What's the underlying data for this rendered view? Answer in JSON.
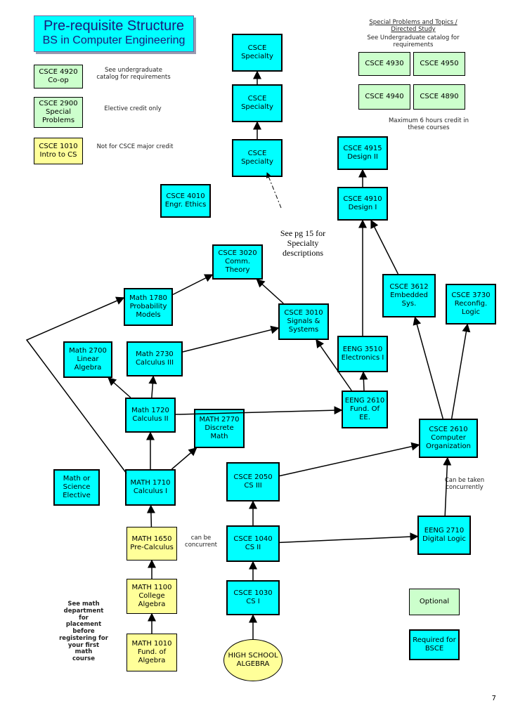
{
  "title": {
    "line1": "Pre-requisite Structure",
    "line2": "BS in Computer Engineering"
  },
  "colors": {
    "required": "#00FFFF",
    "optional": "#CCFFCC",
    "highschool": "#FFFF99"
  },
  "boxes": {
    "specialty1": "CSCE\nSpecialty",
    "specialty2": "CSCE\nSpecialty",
    "specialty3": "CSCE\nSpecialty",
    "csce4920": "CSCE 4920\nCo-op",
    "csce2900": "CSCE 2900\nSpecial\nProblems",
    "csce1010": "CSCE 1010\nIntro to CS",
    "csce4010": "CSCE 4010\nEngr. Ethics",
    "csce4930": "CSCE 4930",
    "csce4950": "CSCE 4950",
    "csce4940": "CSCE 4940",
    "csce4890": "CSCE 4890",
    "csce4915": "CSCE 4915\nDesign II",
    "csce4910": "CSCE 4910\nDesign I",
    "csce3020": "CSCE 3020\nComm.\nTheory",
    "math1780": "Math 1780\nProbability\nModels",
    "csce3612": "CSCE 3612\nEmbedded\nSys.",
    "csce3730": "CSCE 3730\nReconfig.\nLogic",
    "csce3010": "CSCE 3010\nSignals &\nSystems",
    "math2700": "Math 2700\nLinear\nAlgebra",
    "math2730": "Math 2730\nCalculus III",
    "eeng3510": "EENG 3510\nElectronics I",
    "eeng2610": "EENG 2610\nFund. Of\nEE.",
    "math1720": "Math 1720\nCalculus II",
    "math2770": "MATH 2770\nDiscrete\nMath",
    "csce2610": "CSCE 2610\nComputer\nOrganization",
    "mathsci": "Math or\nScience\nElective",
    "math1710": "MATH 1710\nCalculus I",
    "csce2050": "CSCE 2050\nCS III",
    "math1650": "MATH 1650\nPre-Calculus",
    "csce1040": "CSCE 1040\nCS II",
    "eeng2710": "EENG 2710\nDigital Logic",
    "math1100": "MATH 1100\nCollege\nAlgebra",
    "csce1030": "CSCE 1030\nCS I",
    "math1010": "MATH 1010\nFund. of\nAlgebra",
    "hsalgebra": "HIGH SCHOOL\nALGEBRA",
    "legend_optional": "Optional",
    "legend_required": "Required for\nBSCE"
  },
  "notes": {
    "coop": "See undergraduate\ncatalog for requirements",
    "special": "Elective credit only",
    "intro": "Not for CSCE major credit",
    "special_heading": "Special Problems and Topics /\nDirected Study",
    "special_catalog": "See Undergraduate catalog for\nrequirements",
    "max_hours": "Maximum 6 hours credit in\nthese courses",
    "specialty_desc": "See pg 15 for\nSpecialty\ndescriptions",
    "concurrent1": "can be\nconcurrent",
    "concurrent2": "Can be taken\nconcurrently",
    "math_dept": "See math\ndepartment for\nplacement\nbefore\nregistering for\nyour first math\ncourse"
  },
  "page_number": "7",
  "edges": [
    [
      "hsalgebra",
      "csce1030"
    ],
    [
      "csce1030",
      "csce1040"
    ],
    [
      "csce1040",
      "csce2050"
    ],
    [
      "csce1040",
      "eeng2710"
    ],
    [
      "csce2050",
      "csce2610"
    ],
    [
      "eeng2710",
      "csce2610"
    ],
    [
      "csce2610",
      "csce3612"
    ],
    [
      "csce2610",
      "csce3730"
    ],
    [
      "math1010",
      "math1100"
    ],
    [
      "math1100",
      "math1650"
    ],
    [
      "math1650",
      "math1710"
    ],
    [
      "math1710",
      "math1720"
    ],
    [
      "math1710",
      "math2770"
    ],
    [
      "math1710",
      "math1780"
    ],
    [
      "math1720",
      "math2700"
    ],
    [
      "math1720",
      "math2730"
    ],
    [
      "math1720",
      "eeng2610"
    ],
    [
      "math2730",
      "csce3010"
    ],
    [
      "math1780",
      "csce3020"
    ],
    [
      "csce3010",
      "csce3020"
    ],
    [
      "eeng2610",
      "csce3010"
    ],
    [
      "eeng2610",
      "eeng3510"
    ],
    [
      "eeng3510",
      "csce4910"
    ],
    [
      "csce3612",
      "csce4910"
    ],
    [
      "csce4910",
      "csce4915"
    ],
    [
      "specialty3",
      "specialty2"
    ],
    [
      "specialty2",
      "specialty1"
    ]
  ]
}
